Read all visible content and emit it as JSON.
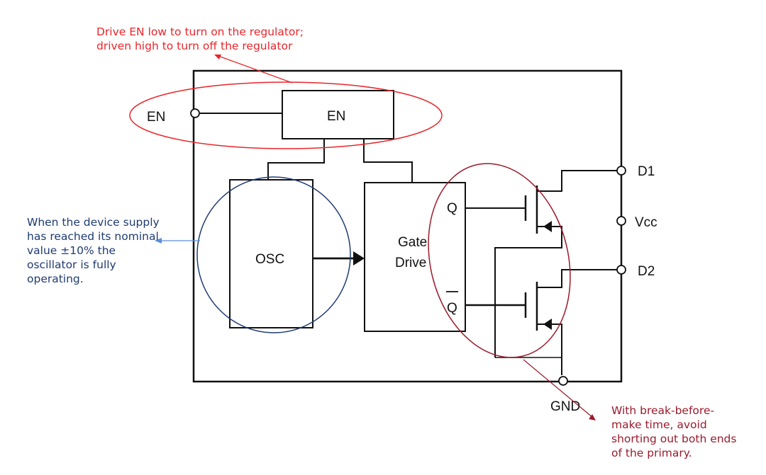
{
  "diagram": {
    "pins": {
      "en": "EN",
      "d1": "D1",
      "vcc": "Vcc",
      "d2": "D2",
      "gnd": "GND"
    },
    "blocks": {
      "en_block": "EN",
      "osc": "OSC",
      "gate_drive_line1": "Gate",
      "gate_drive_line2": "Drive",
      "q": "Q",
      "q_bar": "Q"
    },
    "annotations": {
      "en_note": [
        "Drive EN low to turn on the regulator;",
        "driven high to turn off the regulator"
      ],
      "osc_note": [
        "When the device supply",
        "has reached its nominal",
        "value ±10% the",
        "oscillator is fully",
        "operating."
      ],
      "bbm_note": [
        "With break-before-",
        "make time, avoid",
        "shorting out both ends",
        "of the primary."
      ]
    },
    "colors": {
      "en_note": "#e8262b",
      "osc_note": "#1f3b73",
      "osc_pointer": "#5b8fd6",
      "bbm_note": "#9b1b2c",
      "circuit": "#111111"
    }
  }
}
